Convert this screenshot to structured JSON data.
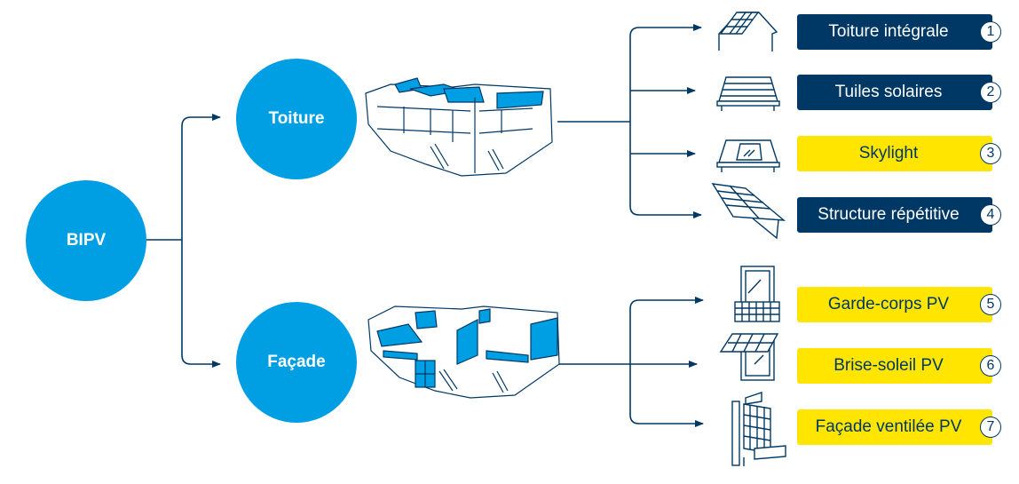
{
  "root": {
    "label": "BIPV"
  },
  "branches": [
    {
      "label": "Toiture",
      "illustration": "house-roof-highlighted-illustration"
    },
    {
      "label": "Façade",
      "illustration": "house-facade-highlighted-illustration"
    }
  ],
  "applications": [
    {
      "number": "1",
      "label": "Toiture intégrale",
      "icon": "integrated-roof-icon",
      "style": "dark",
      "branch": "Toiture"
    },
    {
      "number": "2",
      "label": "Tuiles solaires",
      "icon": "solar-tiles-icon",
      "style": "dark",
      "branch": "Toiture"
    },
    {
      "number": "3",
      "label": "Skylight",
      "icon": "skylight-icon",
      "style": "yellow",
      "branch": "Toiture"
    },
    {
      "number": "4",
      "label": "Structure répétitive",
      "icon": "repetitive-structure-icon",
      "style": "dark",
      "branch": "Toiture"
    },
    {
      "number": "5",
      "label": "Garde-corps PV",
      "icon": "pv-railing-icon",
      "style": "yellow",
      "branch": "Façade"
    },
    {
      "number": "6",
      "label": "Brise-soleil PV",
      "icon": "pv-sunshade-icon",
      "style": "yellow",
      "branch": "Façade"
    },
    {
      "number": "7",
      "label": "Façade ventilée PV",
      "icon": "ventilated-facade-icon",
      "style": "yellow",
      "branch": "Façade"
    }
  ],
  "colors": {
    "circle": "#009fe3",
    "navy": "#003865",
    "yellow": "#ffe500"
  }
}
